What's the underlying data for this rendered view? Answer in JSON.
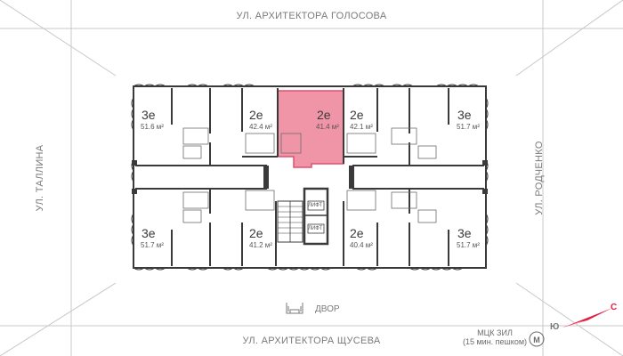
{
  "streets": {
    "top": "УЛ. АРХИТЕКТОРА ГОЛОСОВА",
    "bottom": "УЛ. АРХИТЕКТОРА ЩУСЕВА",
    "left": "УЛ. ТАЛЛИНА",
    "right": "УЛ. РОДЧЕНКО"
  },
  "apartments": [
    {
      "type": "3е",
      "area": "51.6 м²",
      "highlighted": false
    },
    {
      "type": "2е",
      "area": "42.4 м²",
      "highlighted": false
    },
    {
      "type": "2е",
      "area": "41.4 м²",
      "highlighted": true
    },
    {
      "type": "2е",
      "area": "42.1 м²",
      "highlighted": false
    },
    {
      "type": "3е",
      "area": "51.7 м²",
      "highlighted": false
    },
    {
      "type": "3е",
      "area": "51.7 м²",
      "highlighted": false
    },
    {
      "type": "2е",
      "area": "41.2 м²",
      "highlighted": false
    },
    {
      "type": "2е",
      "area": "40.4 м²",
      "highlighted": false
    },
    {
      "type": "3е",
      "area": "51.7 м²",
      "highlighted": false
    }
  ],
  "lift_label": "ЛИФТ",
  "courtyard": "ДВОР",
  "metro": {
    "line1": "МЦК ЗИЛ",
    "line2": "(15 мин. пешком)"
  },
  "compass": {
    "north": "С",
    "south": "Ю"
  },
  "colors": {
    "highlight": "#f095a8",
    "highlight_stroke": "#e0506e",
    "walls": "#3a3a3a",
    "compass_red": "#e31e43"
  }
}
